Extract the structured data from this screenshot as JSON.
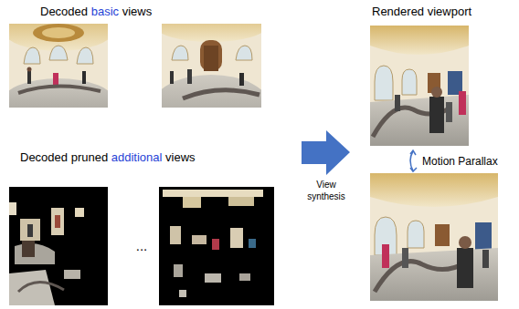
{
  "diagram": {
    "labels": [
      "Decoded",
      "basic",
      "views",
      "Decoded pruned",
      "additional",
      "views",
      "...",
      "View synthesis",
      "Rendered viewport",
      "Motion Parallax"
    ]
  }
}
